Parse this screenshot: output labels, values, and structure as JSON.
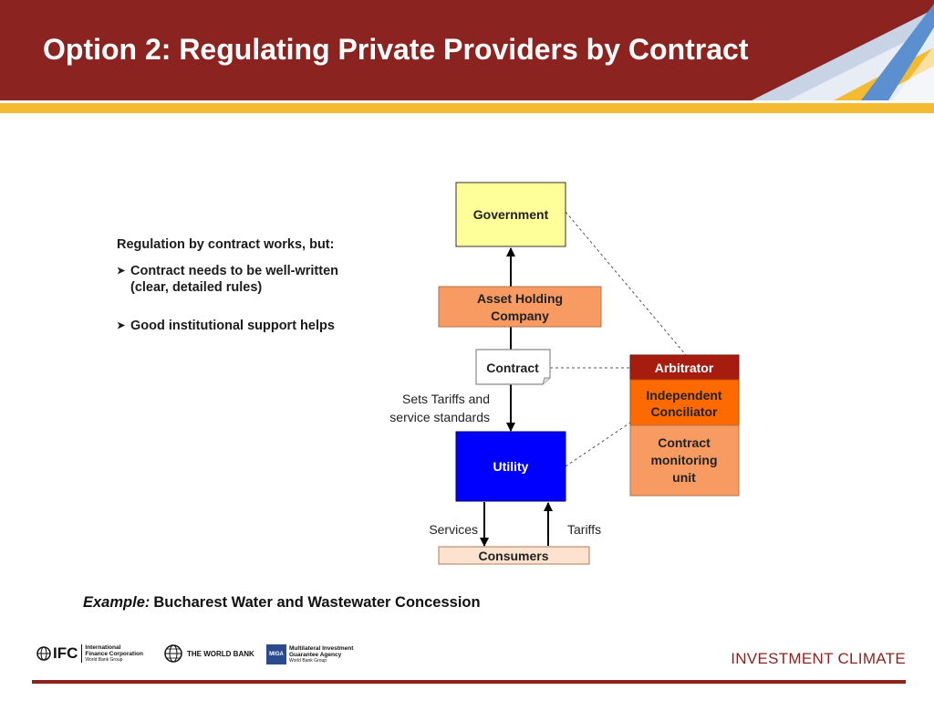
{
  "header": {
    "title": "Option 2: Regulating Private Providers by Contract"
  },
  "bullets": {
    "intro": "Regulation by contract works, but:",
    "items": [
      "Contract needs to be well-written (clear, detailed rules)",
      "Good institutional support helps"
    ]
  },
  "diagram": {
    "government": "Government",
    "asset_holding_1": "Asset Holding",
    "asset_holding_2": "Company",
    "contract": "Contract",
    "utility": "Utility",
    "consumers": "Consumers",
    "sets_tariffs_1": "Sets Tariffs and",
    "sets_tariffs_2": "service standards",
    "services": "Services",
    "tariffs": "Tariffs",
    "arbitrator": "Arbitrator",
    "conciliator_1": "Independent",
    "conciliator_2": "Conciliator",
    "monitoring_1": "Contract",
    "monitoring_2": "monitoring",
    "monitoring_3": "unit"
  },
  "example": {
    "label": "Example:",
    "text": "Bucharest Water and Wastewater Concession"
  },
  "footer": {
    "ifc_mark": "IFC",
    "ifc_line1": "International",
    "ifc_line2": "Finance Corporation",
    "ifc_line3": "World Bank Group",
    "wb_text": "THE WORLD BANK",
    "miga_mark": "MIGA",
    "miga_line1": "Multilateral Investment",
    "miga_line2": "Guarantee Agency",
    "miga_line3": "World Bank Group",
    "brand": "INVESTMENT CLIMATE"
  },
  "colors": {
    "header_bg": "#8b2420",
    "gold": "#f3bb32",
    "government_fill": "#ffff99",
    "asset_fill": "#f79b63",
    "utility_fill": "#0000ff",
    "consumers_fill": "#fde2cf",
    "arbitrator_fill": "#a61c0f",
    "conciliator_fill": "#ff6a00",
    "monitoring_fill": "#f79b63"
  }
}
